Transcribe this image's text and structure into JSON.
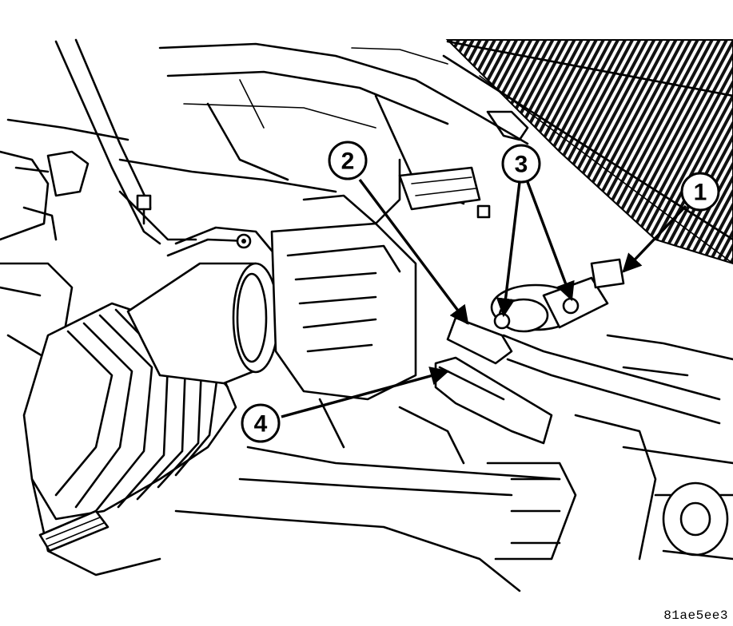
{
  "callouts": [
    {
      "number": "1"
    },
    {
      "number": "2"
    },
    {
      "number": "3"
    },
    {
      "number": "4"
    }
  ],
  "figure_code": "81ae5ee3"
}
